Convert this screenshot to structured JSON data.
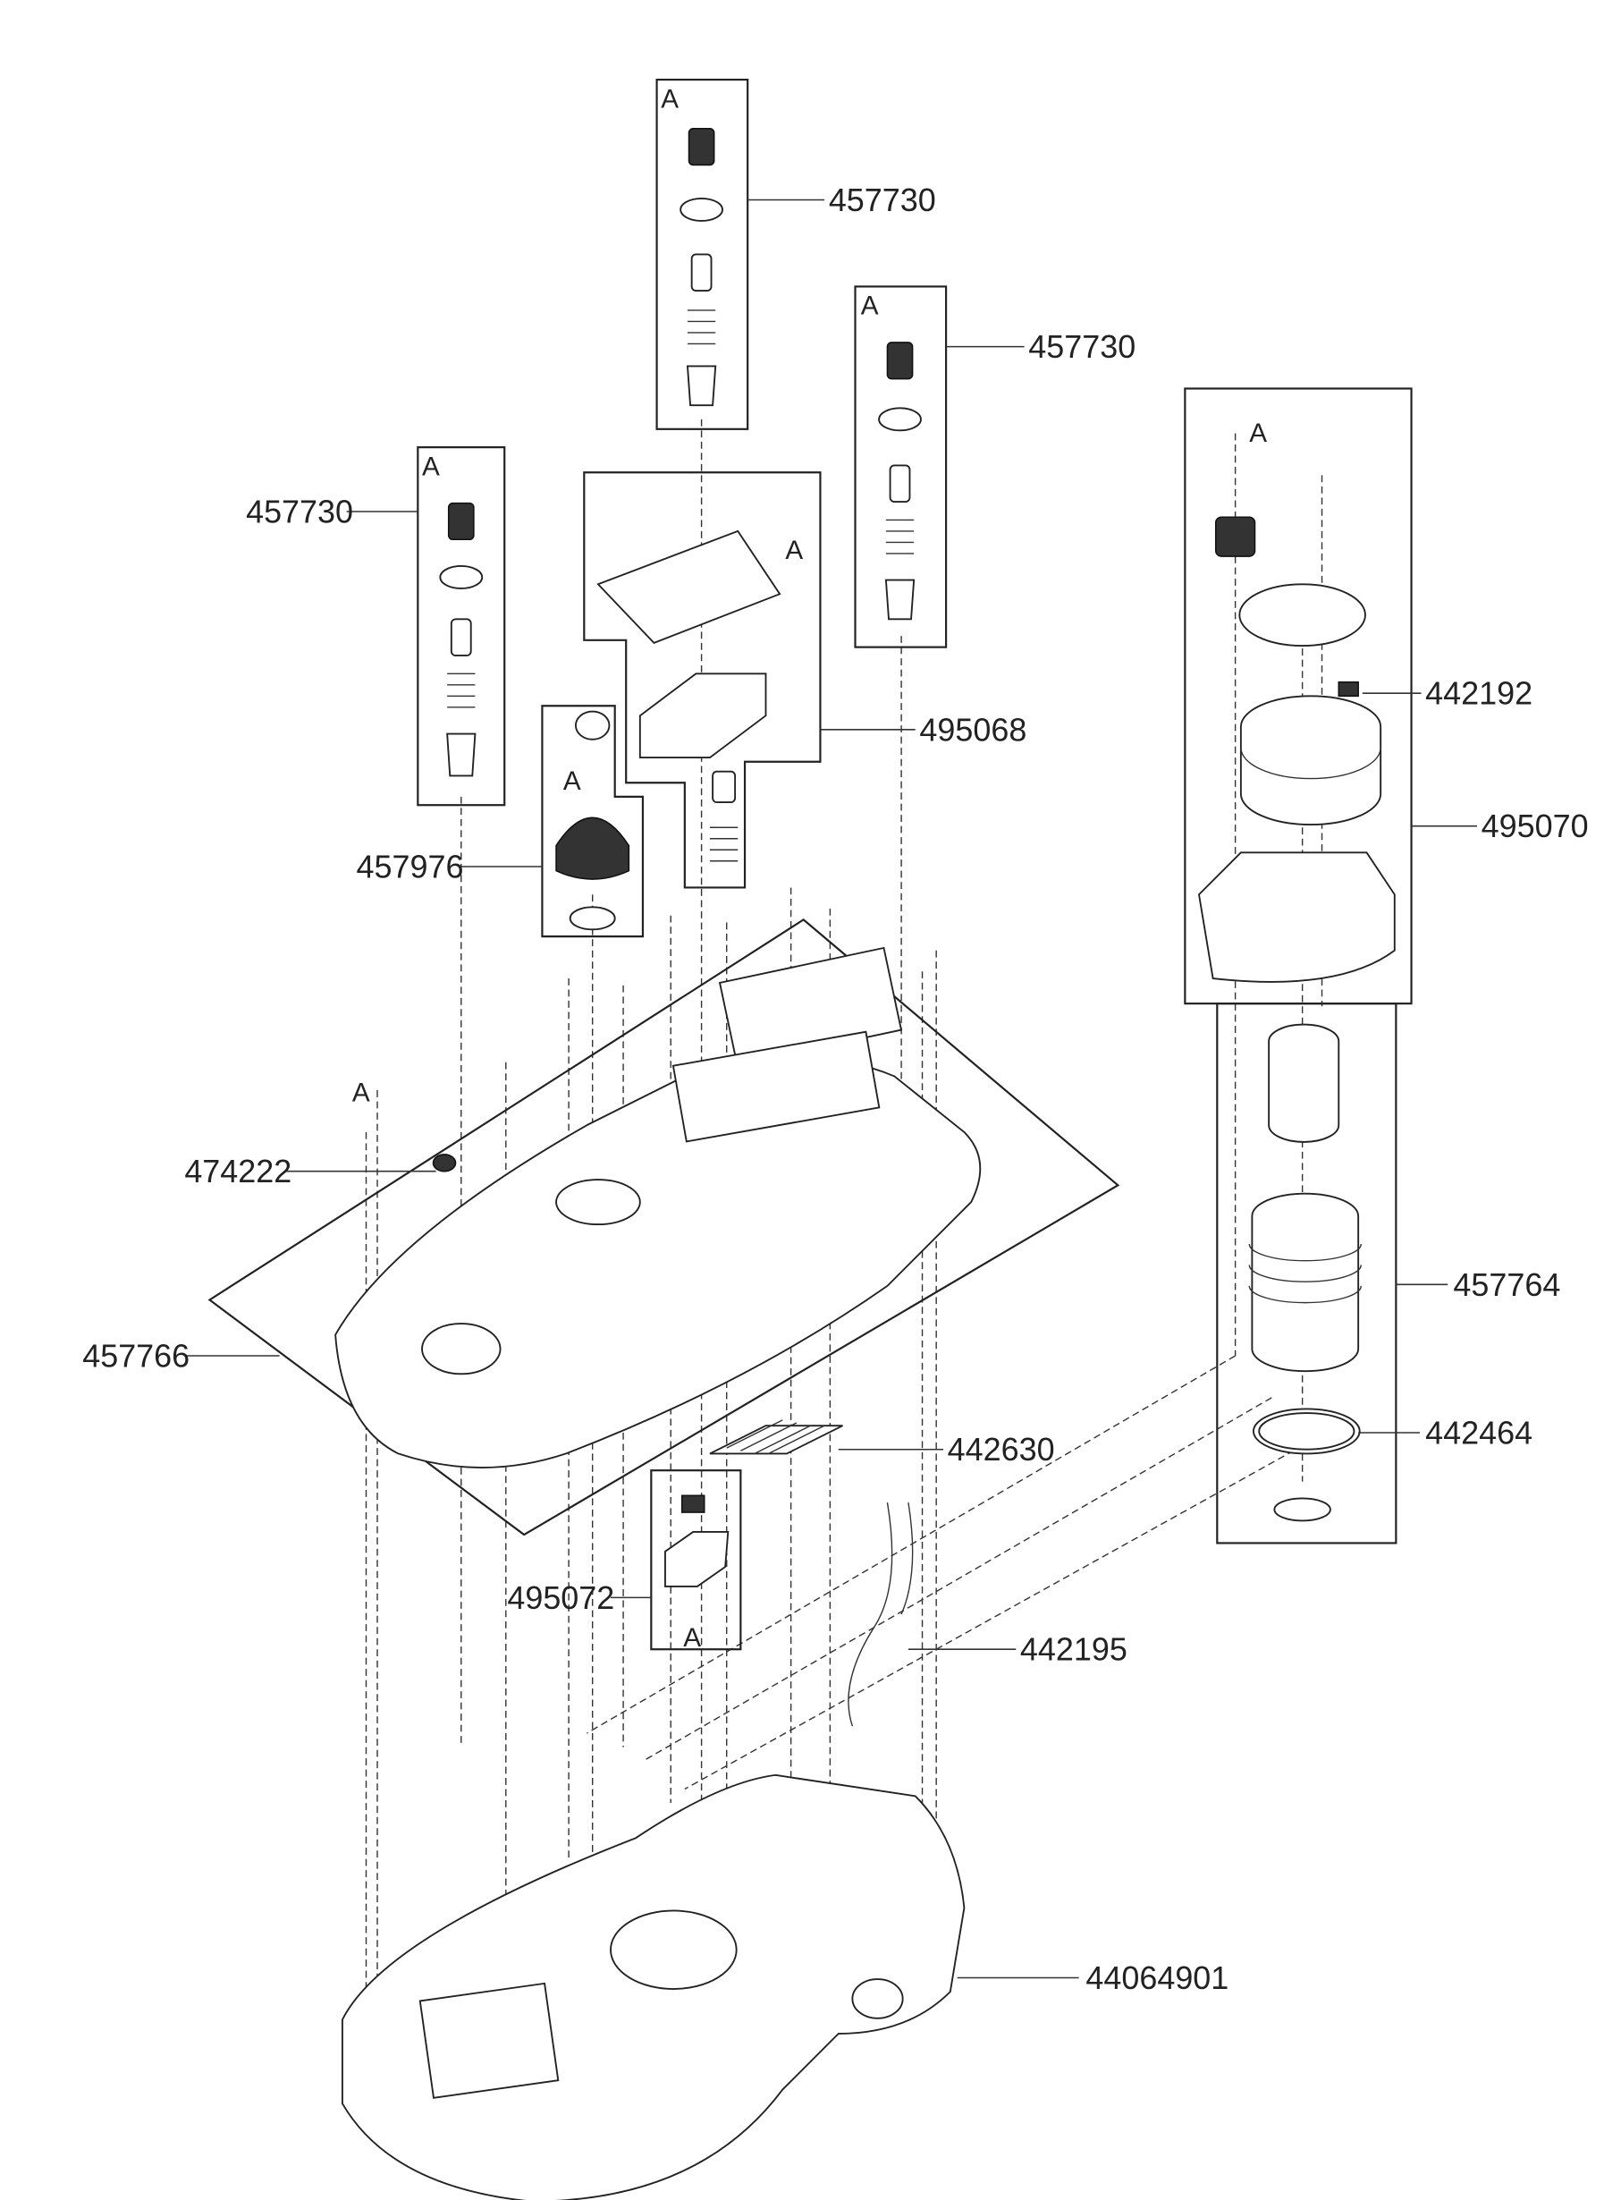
{
  "callouts": {
    "valve_top": "457730",
    "valve_right": "457730",
    "valve_left": "457730",
    "pump_cover": "495068",
    "fill_cap": "457976",
    "nipple": "474222",
    "top_shell": "457766",
    "filter": "442630",
    "pcb_bracket": "495072",
    "cable": "442195",
    "bottom_shell": "44064901",
    "switch": "442192",
    "gear_assembly": "495070",
    "motor_tank": "457764",
    "seal_ring": "442464"
  },
  "screw_marker": "A"
}
